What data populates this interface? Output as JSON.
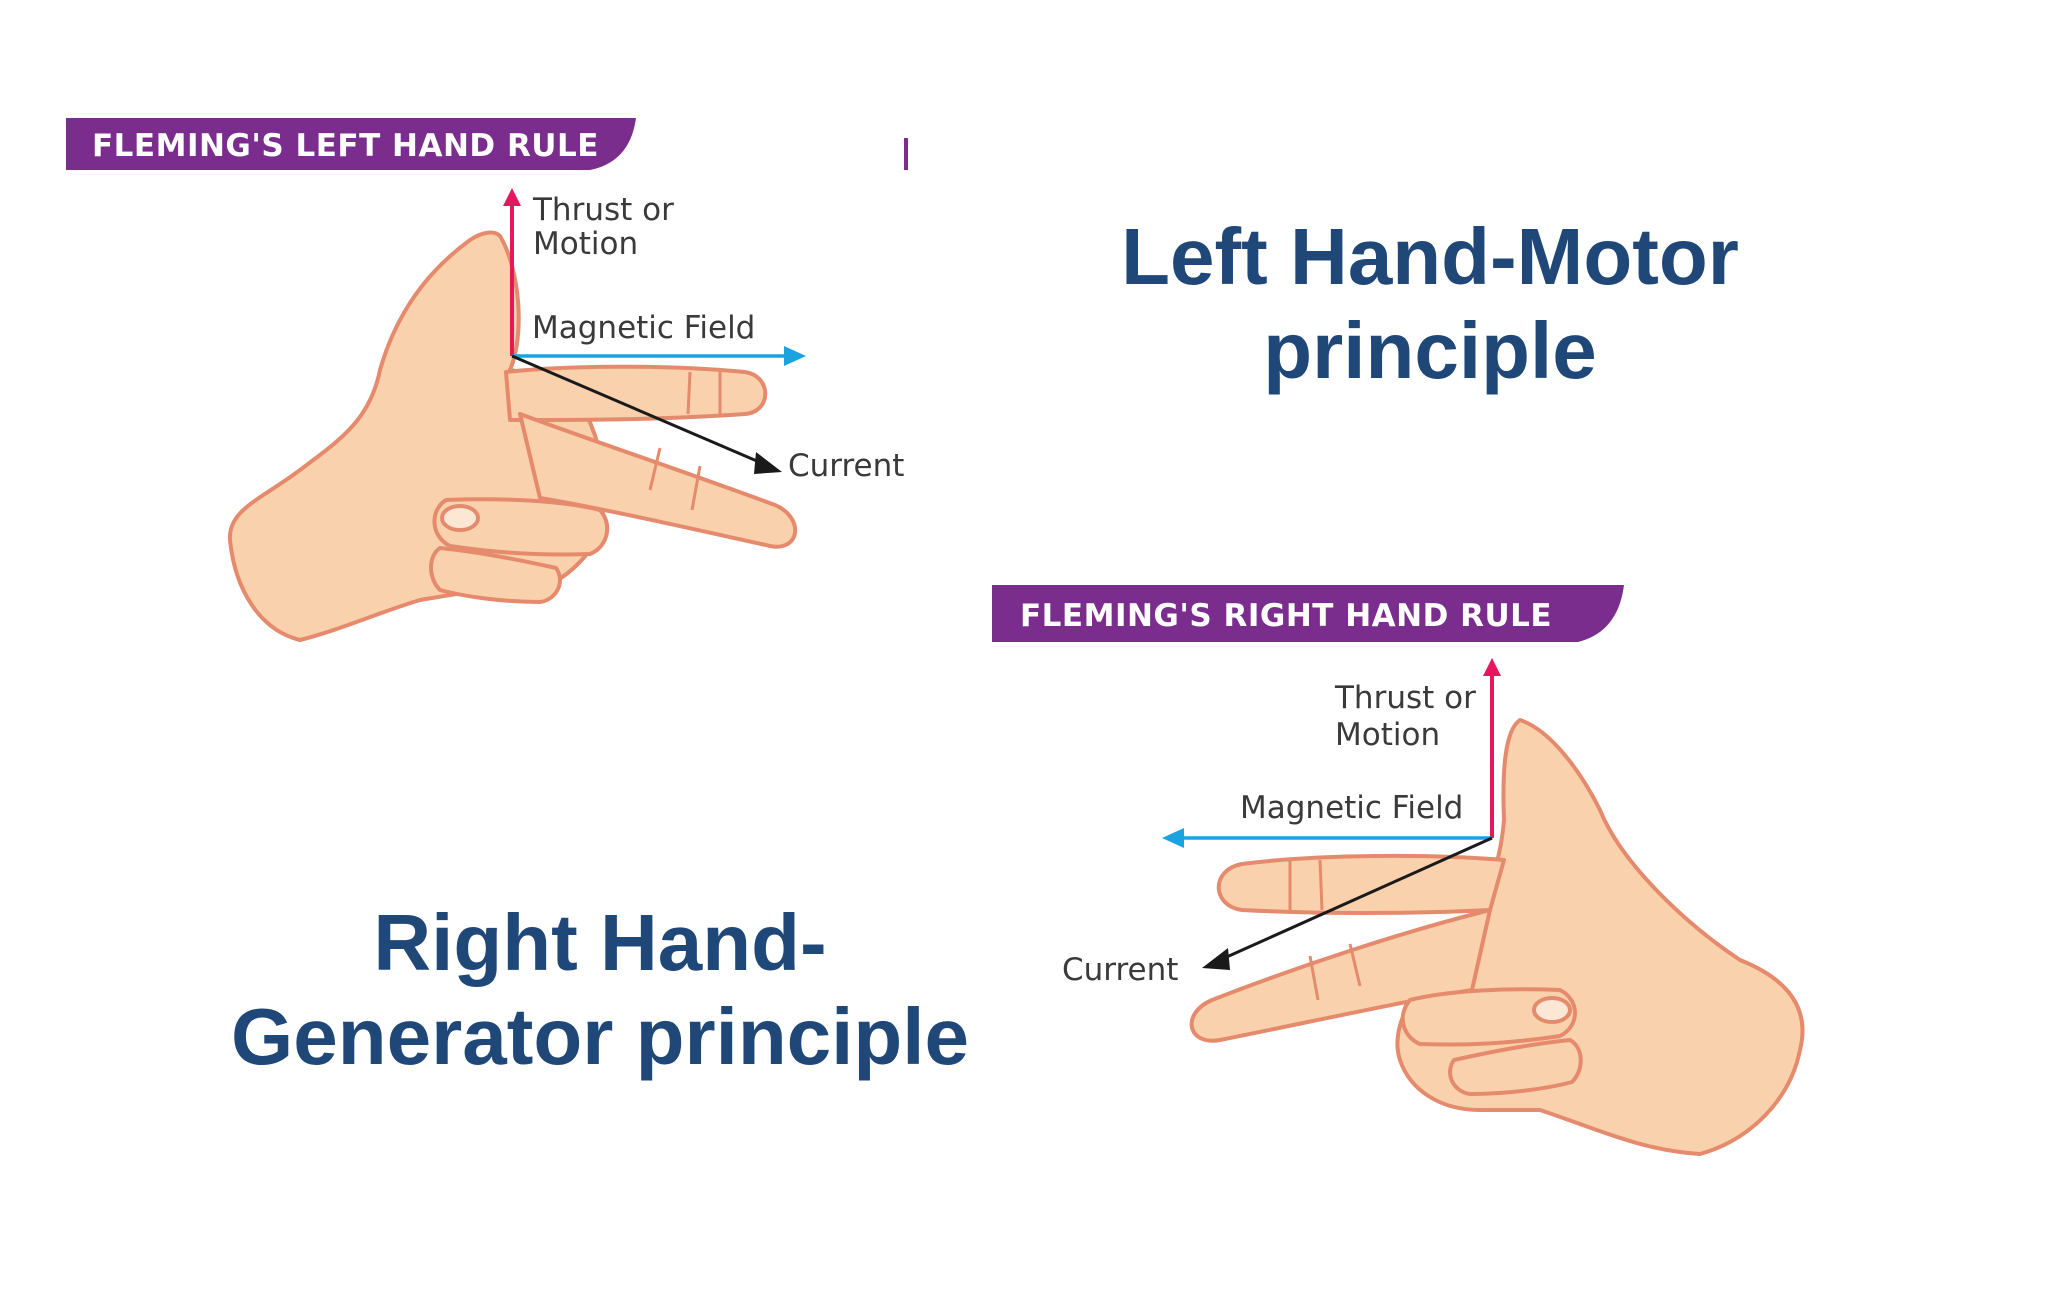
{
  "left_rule": {
    "banner": "FLEMING'S LEFT HAND RULE",
    "thrust_label_line1": "Thrust or",
    "thrust_label_line2": "Motion",
    "field_label": "Magnetic Field",
    "current_label": "Current"
  },
  "right_rule": {
    "banner": "FLEMING'S RIGHT HAND RULE",
    "thrust_label_line1": "Thrust or",
    "thrust_label_line2": "Motion",
    "field_label": "Magnetic Field",
    "current_label": "Current"
  },
  "headings": {
    "motor_line1": "Left Hand-Motor",
    "motor_line2": "principle",
    "generator_line1": "Right Hand-",
    "generator_line2": "Generator principle"
  },
  "colors": {
    "banner": "#7b2d8e",
    "thrust_arrow": "#e8175d",
    "field_arrow": "#1ba3e0",
    "current_arrow": "#1a1a1a",
    "skin": "#f9d2ad",
    "skin_outline": "#e58a6c",
    "heading_text": "#1f4879"
  }
}
